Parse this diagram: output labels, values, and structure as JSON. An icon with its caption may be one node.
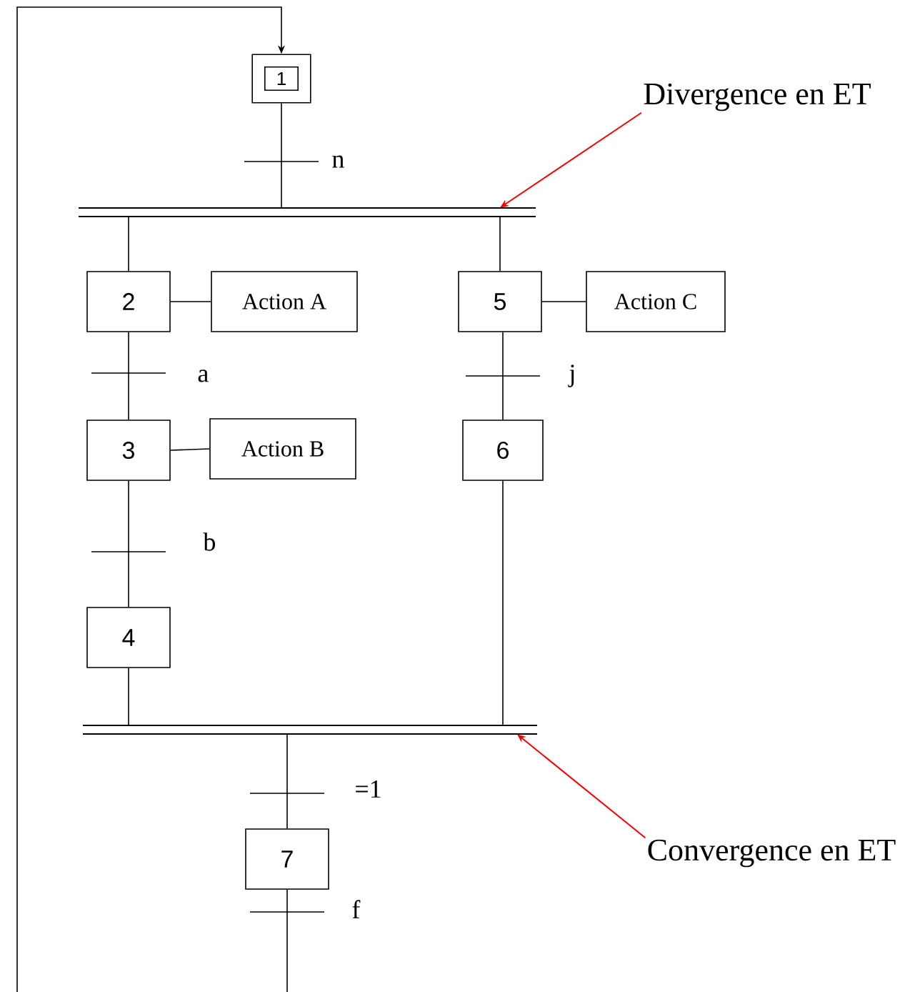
{
  "diagram": {
    "nodes": [
      {
        "text": [
          "1"
        ]
      },
      {
        "text": [],
        "shape": "bar"
      },
      {
        "text": [
          "2"
        ]
      },
      {
        "text": [
          "Action A"
        ]
      },
      {
        "text": [
          "5"
        ]
      },
      {
        "text": [
          "Action C"
        ]
      },
      {
        "text": [
          "3"
        ]
      },
      {
        "text": [
          "Action B"
        ]
      },
      {
        "text": [
          "6"
        ]
      },
      {
        "text": [
          "4"
        ]
      },
      {
        "text": [],
        "shape": "bar"
      },
      {
        "text": [
          "7"
        ]
      },
      {
        "text": [
          "Divergence en ET"
        ]
      },
      {
        "text": [
          "Convergence en ET"
        ]
      }
    ],
    "edges": [
      {
        "from": null,
        "to": 0,
        "arrow": "to"
      },
      {
        "from": 0,
        "to": 1,
        "arrow": "none",
        "label": "n"
      },
      {
        "from": 1,
        "to": 2,
        "arrow": "none"
      },
      {
        "from": 1,
        "to": 4,
        "arrow": "none"
      },
      {
        "from": 2,
        "to": 3,
        "arrow": "none"
      },
      {
        "from": 4,
        "to": 5,
        "arrow": "none"
      },
      {
        "from": 2,
        "to": 6,
        "arrow": "none",
        "label": "a"
      },
      {
        "from": 6,
        "to": 7,
        "arrow": "none"
      },
      {
        "from": 6,
        "to": 9,
        "arrow": "none",
        "label": "b"
      },
      {
        "from": 4,
        "to": 8,
        "arrow": "none",
        "label": "j"
      },
      {
        "from": 9,
        "to": 10,
        "arrow": "none"
      },
      {
        "from": 8,
        "to": 10,
        "arrow": "none"
      },
      {
        "from": 10,
        "to": 11,
        "arrow": "none",
        "label": "=1"
      },
      {
        "from": 11,
        "to": null,
        "arrow": "none",
        "label": "f"
      },
      {
        "from": 12,
        "to": 1,
        "arrow": "to",
        "color": "#ff0000"
      },
      {
        "from": 13,
        "to": 10,
        "arrow": "to",
        "color": "#ff0000"
      }
    ]
  }
}
